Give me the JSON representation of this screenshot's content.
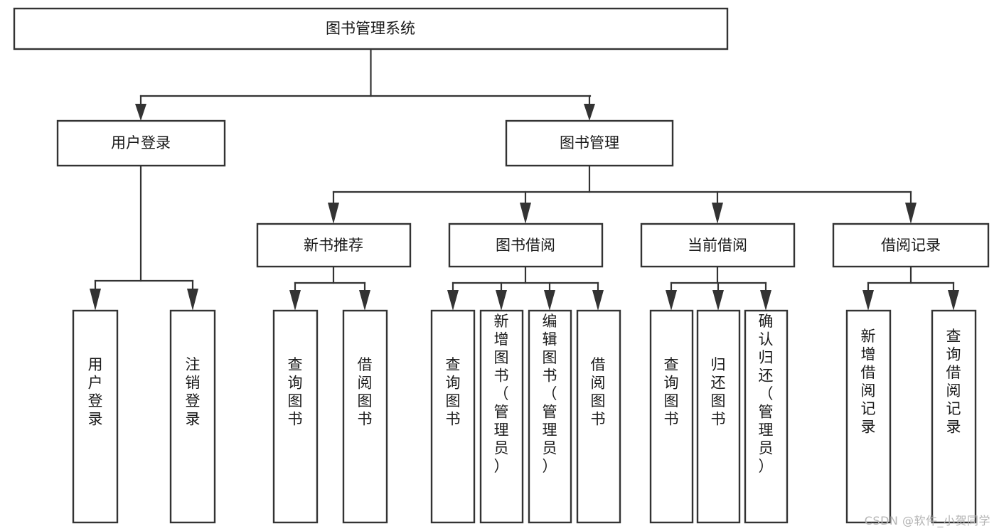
{
  "diagram": {
    "type": "tree-hierarchy",
    "orientation": "top-down",
    "root": {
      "id": "root",
      "label": "图书管理系统"
    },
    "level1": [
      {
        "id": "user-login",
        "label": "用户登录"
      },
      {
        "id": "book-manage",
        "label": "图书管理"
      }
    ],
    "level2": [
      {
        "id": "new-book-recommend",
        "label": "新书推荐",
        "parent": "book-manage"
      },
      {
        "id": "book-borrow",
        "label": "图书借阅",
        "parent": "book-manage"
      },
      {
        "id": "current-borrow",
        "label": "当前借阅",
        "parent": "book-manage"
      },
      {
        "id": "borrow-record",
        "label": "借阅记录",
        "parent": "book-manage"
      }
    ],
    "leaves": [
      {
        "id": "leaf-user-login",
        "label": "用户登录",
        "parent": "user-login"
      },
      {
        "id": "leaf-logout-login",
        "label": "注销登录",
        "parent": "user-login"
      },
      {
        "id": "leaf-query-book-1",
        "label": "查询图书",
        "parent": "new-book-recommend"
      },
      {
        "id": "leaf-borrow-book-1",
        "label": "借阅图书",
        "parent": "new-book-recommend"
      },
      {
        "id": "leaf-query-book-2",
        "label": "查询图书",
        "parent": "book-borrow"
      },
      {
        "id": "leaf-add-book",
        "label": "新增图书（管理员）",
        "parent": "book-borrow"
      },
      {
        "id": "leaf-edit-book",
        "label": "编辑图书（管理员）",
        "parent": "book-borrow"
      },
      {
        "id": "leaf-borrow-book-2",
        "label": "借阅图书",
        "parent": "book-borrow"
      },
      {
        "id": "leaf-query-book-3",
        "label": "查询图书",
        "parent": "current-borrow"
      },
      {
        "id": "leaf-return-book",
        "label": "归还图书",
        "parent": "current-borrow"
      },
      {
        "id": "leaf-confirm-return",
        "label": "确认归还（管理员）",
        "parent": "current-borrow"
      },
      {
        "id": "leaf-add-record",
        "label": "新增借阅记录",
        "parent": "borrow-record"
      },
      {
        "id": "leaf-query-record",
        "label": "查询借阅记录",
        "parent": "borrow-record"
      }
    ]
  },
  "watermark": {
    "text": "CSDN @软件_小贺同学"
  },
  "colors": {
    "box_stroke": "#333333",
    "box_fill": "#ffffff",
    "text": "#1a1a1a",
    "watermark": "#b3b3b3",
    "background": "#ffffff"
  }
}
